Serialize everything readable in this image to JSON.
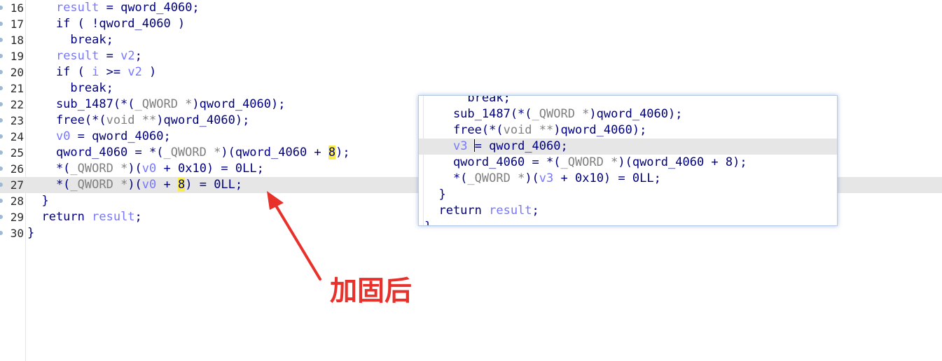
{
  "main_code": {
    "lines": [
      {
        "num": "16",
        "tokens": [
          {
            "t": "    "
          },
          {
            "t": "result",
            "c": "v"
          },
          {
            "t": " = qword_4060;"
          }
        ]
      },
      {
        "num": "17",
        "tokens": [
          {
            "t": "    if ( !qword_4060 )"
          }
        ]
      },
      {
        "num": "18",
        "tokens": [
          {
            "t": "      break;"
          }
        ]
      },
      {
        "num": "19",
        "tokens": [
          {
            "t": "    "
          },
          {
            "t": "result",
            "c": "v"
          },
          {
            "t": " = "
          },
          {
            "t": "v2",
            "c": "v"
          },
          {
            "t": ";"
          }
        ]
      },
      {
        "num": "20",
        "tokens": [
          {
            "t": "    if ( "
          },
          {
            "t": "i",
            "c": "v"
          },
          {
            "t": " >= "
          },
          {
            "t": "v2",
            "c": "v"
          },
          {
            "t": " )"
          }
        ]
      },
      {
        "num": "21",
        "tokens": [
          {
            "t": "      break;"
          }
        ]
      },
      {
        "num": "22",
        "tokens": [
          {
            "t": "    sub_1487(*("
          },
          {
            "t": "_QWORD *",
            "c": "g"
          },
          {
            "t": ")qword_4060);"
          }
        ]
      },
      {
        "num": "23",
        "tokens": [
          {
            "t": "    free(*("
          },
          {
            "t": "void **",
            "c": "g"
          },
          {
            "t": ")qword_4060);"
          }
        ]
      },
      {
        "num": "24",
        "tokens": [
          {
            "t": "    "
          },
          {
            "t": "v0",
            "c": "v"
          },
          {
            "t": " = qword_4060;"
          }
        ]
      },
      {
        "num": "25",
        "tokens": [
          {
            "t": "    qword_4060 = *("
          },
          {
            "t": "_QWORD *",
            "c": "g"
          },
          {
            "t": ")(qword_4060 + "
          },
          {
            "t": "8",
            "c": "hl"
          },
          {
            "t": ");"
          }
        ]
      },
      {
        "num": "26",
        "tokens": [
          {
            "t": "    *("
          },
          {
            "t": "_QWORD *",
            "c": "g"
          },
          {
            "t": ")("
          },
          {
            "t": "v0",
            "c": "v"
          },
          {
            "t": " + 0x10) = 0LL;"
          }
        ]
      },
      {
        "num": "27",
        "current": true,
        "tokens": [
          {
            "t": "    *("
          },
          {
            "t": "_QWORD *",
            "c": "g"
          },
          {
            "t": ")("
          },
          {
            "t": "v0",
            "c": "v"
          },
          {
            "t": " + "
          },
          {
            "t": "8",
            "c": "hl"
          },
          {
            "t": ") = 0LL;"
          }
        ]
      },
      {
        "num": "28",
        "tokens": [
          {
            "t": "  }"
          }
        ]
      },
      {
        "num": "29",
        "tokens": [
          {
            "t": "  return "
          },
          {
            "t": "result",
            "c": "v"
          },
          {
            "t": ";"
          }
        ]
      },
      {
        "num": "30",
        "tokens": [
          {
            "t": "}"
          }
        ]
      }
    ]
  },
  "popup_code": {
    "lines": [
      {
        "tokens": [
          {
            "t": "      break;"
          }
        ]
      },
      {
        "tokens": [
          {
            "t": "    sub_1487(*("
          },
          {
            "t": "_QWORD *",
            "c": "g"
          },
          {
            "t": ")qword_4060);"
          }
        ]
      },
      {
        "tokens": [
          {
            "t": "    free(*("
          },
          {
            "t": "void **",
            "c": "g"
          },
          {
            "t": ")qword_4060);"
          }
        ]
      },
      {
        "current": true,
        "caret_after": 1,
        "tokens": [
          {
            "t": "    "
          },
          {
            "t": "v3 ",
            "c": "v"
          },
          {
            "t": "= qword_4060;"
          }
        ]
      },
      {
        "tokens": [
          {
            "t": "    qword_4060 = *("
          },
          {
            "t": "_QWORD *",
            "c": "g"
          },
          {
            "t": ")(qword_4060 + 8);"
          }
        ]
      },
      {
        "tokens": [
          {
            "t": "    *("
          },
          {
            "t": "_QWORD *",
            "c": "g"
          },
          {
            "t": ")("
          },
          {
            "t": "v3",
            "c": "v"
          },
          {
            "t": " + 0x10) = 0LL;"
          }
        ]
      },
      {
        "tokens": [
          {
            "t": "  }"
          }
        ]
      },
      {
        "tokens": [
          {
            "t": "  return "
          },
          {
            "t": "result",
            "c": "v"
          },
          {
            "t": ";"
          }
        ]
      },
      {
        "tokens": [
          {
            "t": "}"
          }
        ]
      }
    ]
  },
  "annotation": {
    "label": "加固后",
    "color": "#e8312a"
  },
  "colors": {
    "keyword_code": "#000080",
    "variable": "#7777ff",
    "type_cast": "#808080",
    "highlight": "#f7ec4c",
    "current_line": "#e6e6e6"
  }
}
